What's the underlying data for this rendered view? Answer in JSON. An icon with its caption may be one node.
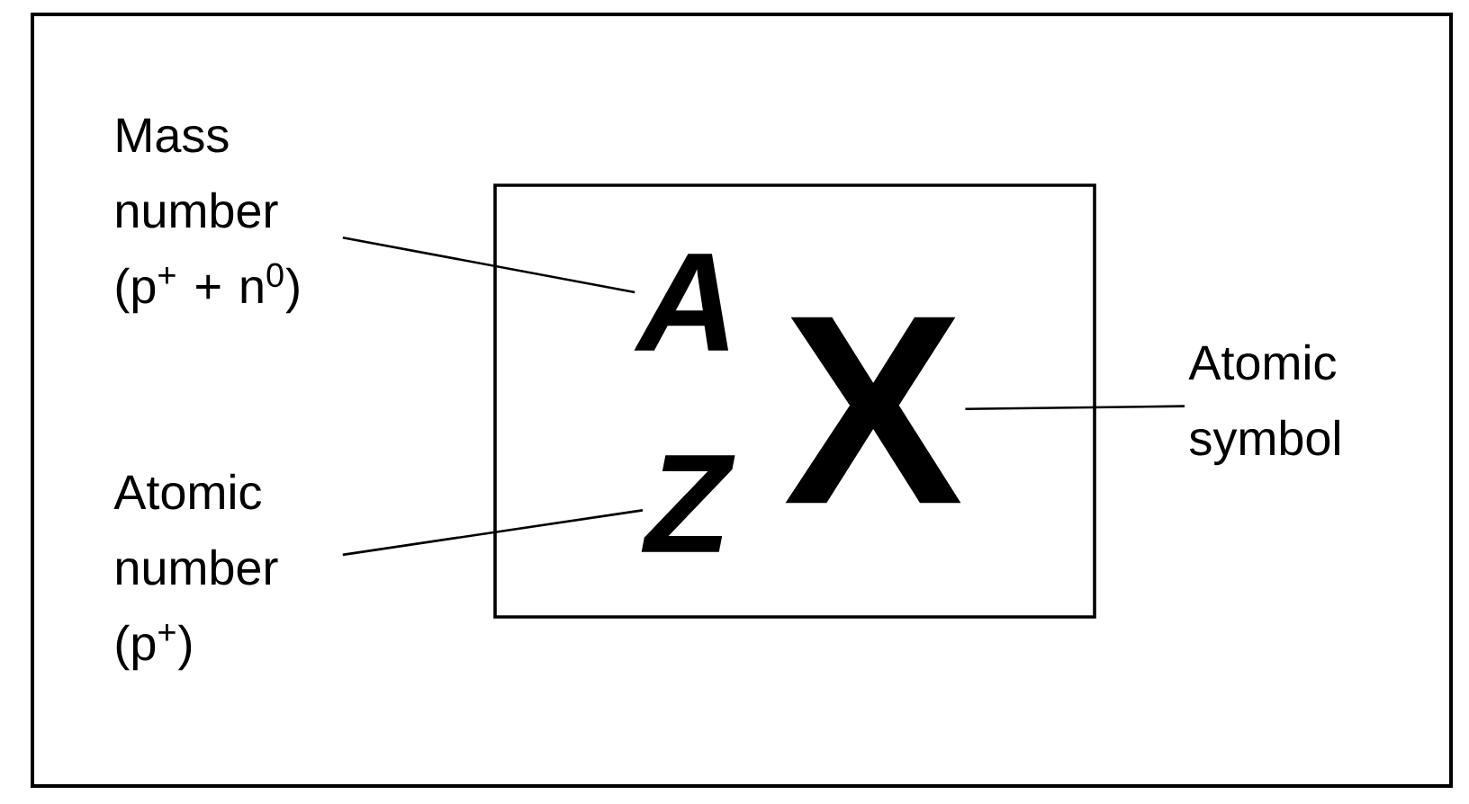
{
  "diagram": {
    "nodes": [
      {
        "text": [],
        "shape": "box"
      },
      {
        "text": [
          "A"
        ],
        "in": 0
      },
      {
        "text": [
          "Z"
        ],
        "in": 0
      },
      {
        "text": [
          "X"
        ],
        "in": 0
      },
      {
        "text": [
          "Mass number (p$^{+}$ + n$^{0}$)"
        ]
      },
      {
        "text": [
          "Atomic number (p$^{+}$)"
        ]
      },
      {
        "text": [
          "Atomic symbol"
        ]
      }
    ],
    "edges": [
      {
        "from": 4,
        "to": 1,
        "arrow": "none"
      },
      {
        "from": 5,
        "to": 2,
        "arrow": "none"
      },
      {
        "from": 6,
        "to": 3,
        "arrow": "none"
      }
    ]
  }
}
